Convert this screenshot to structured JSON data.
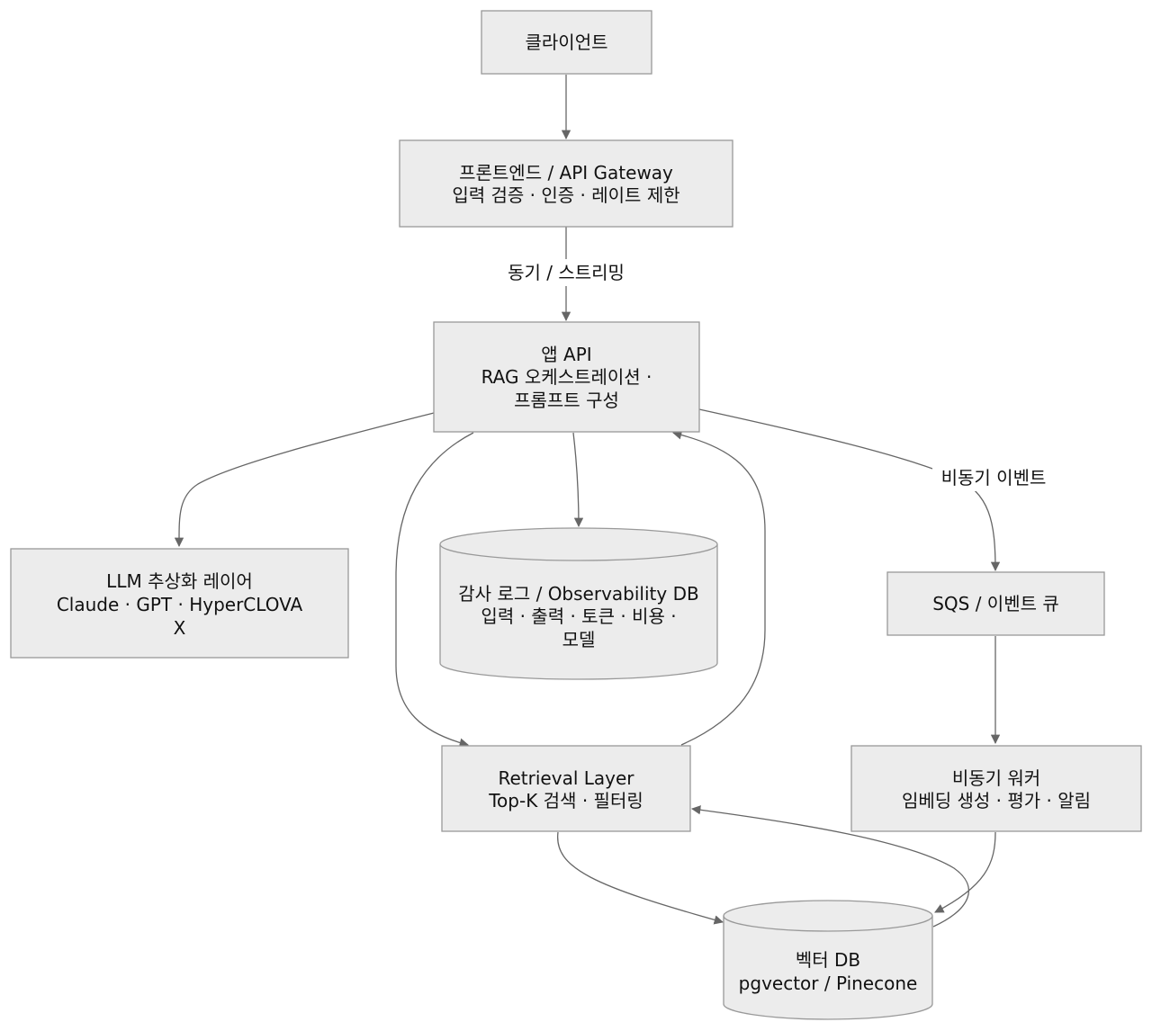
{
  "colors": {
    "node_fill": "#ececec",
    "node_stroke": "#999999",
    "edge": "#666666",
    "text": "#111111"
  },
  "nodes": {
    "client": {
      "lines": [
        "클라이언트"
      ]
    },
    "frontend": {
      "lines": [
        "프론트엔드 / API Gateway",
        "입력 검증 · 인증 · 레이트 제한"
      ]
    },
    "app_api": {
      "lines": [
        "앱 API",
        "RAG 오케스트레이션 ·",
        "프롬프트 구성"
      ]
    },
    "llm": {
      "lines": [
        "LLM 추상화 레이어",
        "Claude · GPT · HyperCLOVA",
        "X"
      ]
    },
    "audit_db": {
      "lines": [
        "감사 로그 / Observability DB",
        "입력 · 출력 · 토큰 · 비용 ·",
        "모델"
      ]
    },
    "sqs": {
      "lines": [
        "SQS / 이벤트 큐"
      ]
    },
    "retrieval": {
      "lines": [
        "Retrieval Layer",
        "Top-K 검색 · 필터링"
      ]
    },
    "worker": {
      "lines": [
        "비동기 워커",
        "임베딩 생성 · 평가 · 알림"
      ]
    },
    "vector_db": {
      "lines": [
        "벡터 DB",
        "pgvector / Pinecone"
      ]
    }
  },
  "edge_labels": {
    "sync": "동기 / 스트리밍",
    "async": "비동기 이벤트"
  }
}
